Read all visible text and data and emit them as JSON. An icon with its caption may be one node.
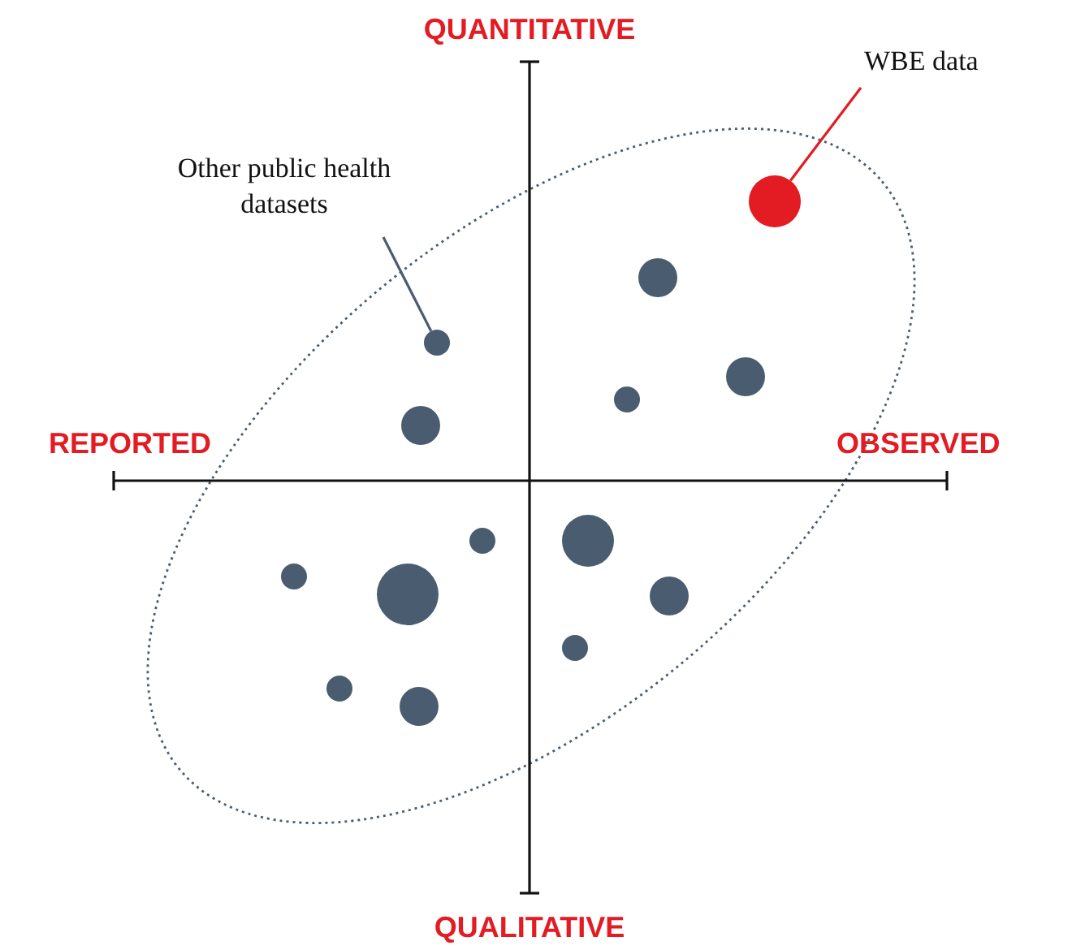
{
  "diagram": {
    "nodes": [
      {
        "text": [
          "WBE data"
        ]
      },
      {
        "text": [
          "Other public health datasets"
        ]
      },
      {
        "text": [],
        "shape": "circle"
      },
      {
        "text": [],
        "shape": "circle"
      }
    ],
    "edges": [
      {
        "from": 0,
        "to": 2,
        "arrow": "none",
        "color": "#e31b23"
      },
      {
        "from": 1,
        "to": 3,
        "arrow": "none",
        "color": "#4a5d70"
      }
    ],
    "labels": [
      "QUANTITATIVE",
      "REPORTED",
      "OBSERVED",
      "QUALITATIVE"
    ]
  }
}
